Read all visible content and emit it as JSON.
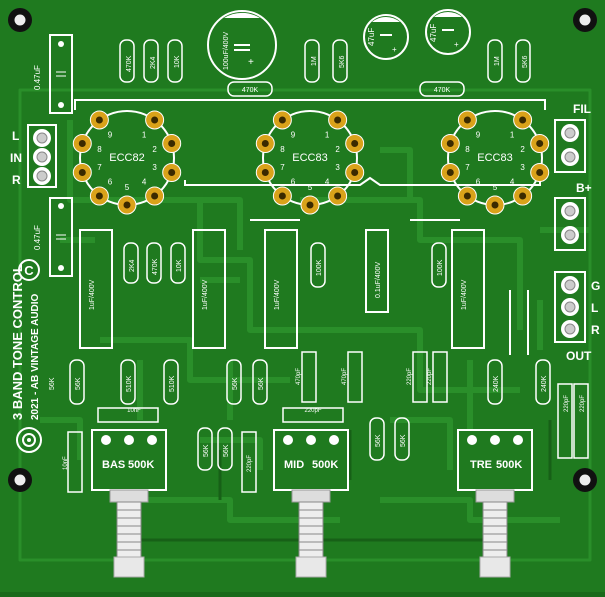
{
  "board": {
    "title_line1": "3 BAND TONE CONTROL",
    "title_line2": "2021 - AB VINTAGE AUDIO",
    "copyright_symbol": "C",
    "colors": {
      "board": "#1f7a1f",
      "board_dark": "#176017",
      "trace": "#2a8f2a",
      "silk": "#ffffff",
      "pad_gold": "#d9a21a",
      "pad_hole": "#3a2a00"
    }
  },
  "tubes": [
    {
      "label": "ECC82",
      "pins": [
        "1",
        "2",
        "3",
        "4",
        "5",
        "6",
        "7",
        "8",
        "9"
      ]
    },
    {
      "label": "ECC83",
      "pins": [
        "1",
        "2",
        "3",
        "4",
        "5",
        "6",
        "7",
        "8",
        "9"
      ]
    },
    {
      "label": "ECC83",
      "pins": [
        "1",
        "2",
        "3",
        "4",
        "5",
        "6",
        "7",
        "8",
        "9"
      ]
    }
  ],
  "connectors": {
    "input": {
      "labels": [
        "L",
        "IN",
        "R"
      ]
    },
    "fil": {
      "label": "FIL"
    },
    "bplus": {
      "label": "B+"
    },
    "output": {
      "labels": [
        "G",
        "L",
        "R"
      ],
      "title": "OUT"
    }
  },
  "top_resistors": [
    "470K",
    "2K4",
    "10K",
    "1M",
    "5K6",
    "1M",
    "5K6"
  ],
  "horizontal_resistors": [
    "470K",
    "470K"
  ],
  "top_caps": {
    "electrolytic_large": "100uF/400V",
    "electrolytic_small": [
      "47uF",
      "47uF"
    ]
  },
  "left_cap": "0.47uF",
  "left_cap2": "0.47uF",
  "mid_resistors_row1": [
    "2K4",
    "470K",
    "10K",
    "100K",
    "100K"
  ],
  "film_caps": [
    "1uF/400V",
    "1uF/400V",
    "1uF/400V",
    "0.1uF/400V",
    "1uF/400V"
  ],
  "lower_resistors": [
    "56K",
    "56K",
    "510K",
    "510K",
    "56K",
    "56K",
    "240K",
    "240K"
  ],
  "small_caps": [
    "470pF",
    "470pF",
    "220pF",
    "220pF",
    "10nF",
    "220pF",
    "10nF",
    "220pF",
    "220pF",
    "220pF"
  ],
  "pot_resistors": [
    "56K",
    "56K",
    "56K",
    "56K"
  ],
  "pots": [
    {
      "name": "BAS",
      "value": "500K"
    },
    {
      "name": "MID",
      "value": "500K"
    },
    {
      "name": "TRE",
      "value": "500K"
    }
  ]
}
